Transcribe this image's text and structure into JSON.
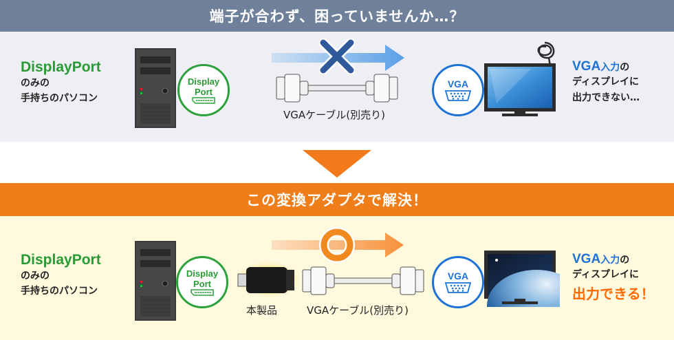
{
  "top": {
    "title": "端子が合わず、困っていませんか…？",
    "pc": {
      "title": "DisplayPort",
      "line1": "のみの",
      "line2": "手持ちのパソコン"
    },
    "dp_badge": {
      "line1": "Display",
      "line2": "Port"
    },
    "cable_label": "VGAケーブル(別売り)",
    "vga_badge": "VGA",
    "right": {
      "vga": "VGA",
      "input": "入力",
      "no": "の",
      "line2": "ディスプレイに",
      "line3": "出力できない…"
    }
  },
  "bottom": {
    "title": "この変換アダプタで解決！",
    "pc": {
      "title": "DisplayPort",
      "line1": "のみの",
      "line2": "手持ちのパソコン"
    },
    "dp_badge": {
      "line1": "Display",
      "line2": "Port"
    },
    "product_label": "本製品",
    "cable_label": "VGAケーブル(別売り)",
    "vga_badge": "VGA",
    "right": {
      "vga": "VGA",
      "input": "入力",
      "no": "の",
      "line2": "ディスプレイに",
      "line3": "出力できる！"
    }
  },
  "colors": {
    "top_band": "#6f809a",
    "bottom_band": "#ef7d1a",
    "dp_green": "#2aa13a",
    "vga_blue": "#1d72d6",
    "ok_orange": "#ff6a00"
  }
}
